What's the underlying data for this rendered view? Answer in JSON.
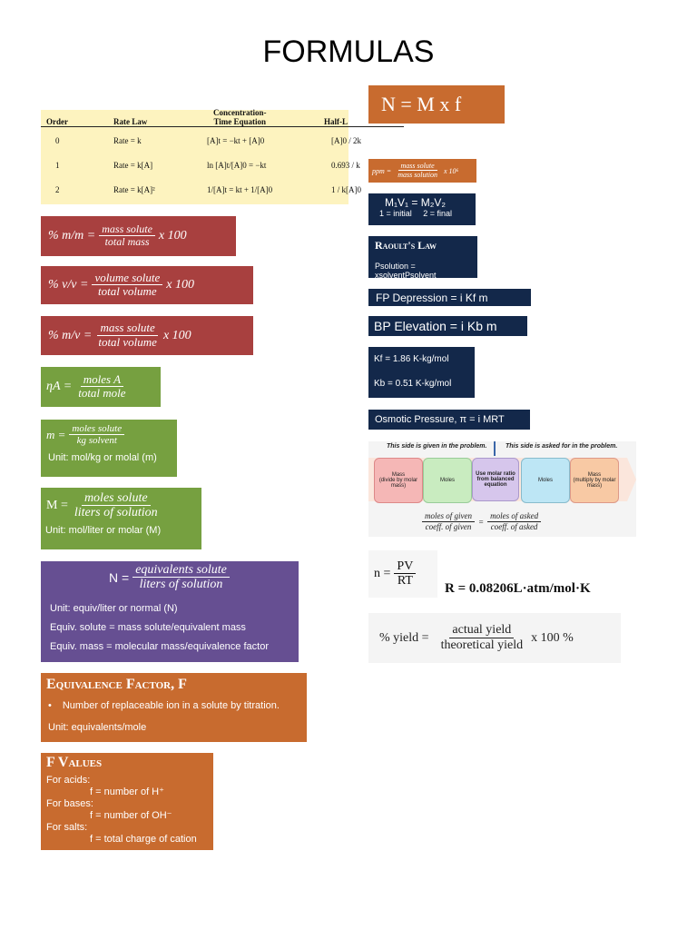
{
  "page_title": "FORMULAS",
  "rate_table": {
    "headers": [
      "Order",
      "Rate Law",
      "Concentration-\nTime Equation",
      "Half-L"
    ],
    "rows": [
      {
        "order": "0",
        "rate_law": "Rate = k",
        "eq": "[A]t = −kt + [A]0",
        "half": "[A]0 / 2k"
      },
      {
        "order": "1",
        "rate_law": "Rate = k[A]",
        "eq": "ln [A]t/[A]0 = −kt",
        "half": "0.693 / k"
      },
      {
        "order": "2",
        "rate_law": "Rate = k[A]²",
        "eq": "1/[A]t = kt + 1/[A]0",
        "half": "1 / k[A]0"
      }
    ]
  },
  "mass_percent": {
    "lhs": "% m/m =",
    "num": "mass solute",
    "den": "total mass",
    "factor": "x 100"
  },
  "volume_percent": {
    "lhs": "% v/v =",
    "num": "volume solute",
    "den": "total volume",
    "factor": "x 100"
  },
  "mass_volume_percent": {
    "lhs": "% m/v =",
    "num": "mass solute",
    "den": "total volume",
    "factor": "x 100"
  },
  "mole_fraction": {
    "lhs": "ηA =",
    "num": "moles A",
    "den": "total mole"
  },
  "molality": {
    "lhs": "m =",
    "num": "moles solute",
    "den": "kg solvent",
    "unit": "Unit:  mol/kg or molal (m)"
  },
  "molarity": {
    "lhs": "M =",
    "num": "moles solute",
    "den": "liters of solution",
    "unit": "Unit:  mol/liter or molar (M)"
  },
  "normality": {
    "lhs": "N =",
    "num": "equivalents solute",
    "den": "liters of solution",
    "lines": [
      "Unit:  equiv/liter or normal (N)",
      "Equiv. solute = mass solute/equivalent mass",
      "Equiv. mass = molecular mass/equivalence factor"
    ]
  },
  "equivalence_factor": {
    "title": "Equivalence Factor, F",
    "bullet": "Number of replaceable ion in a solute by titration.",
    "unit": "Unit: equivalents/mole"
  },
  "f_values": {
    "title": "F Values",
    "lines": [
      "For acids:",
      "f = number of H⁺",
      "For bases:",
      "f = number of OH⁻",
      "For salts:",
      "f = total charge of cation"
    ]
  },
  "normality_relation": "N = M x f",
  "ppm": {
    "lhs": "ppm =",
    "num": "mass solute",
    "den": "mass solution",
    "factor": "x 10⁶"
  },
  "dilution": {
    "eq": "M₁V₁ = M₂V₂",
    "note": "1 = initial     2 = final"
  },
  "raoult": {
    "title": "Raoult's Law",
    "eq": "Psolution = xsolventPsolvent"
  },
  "fp_depression": "FP Depression = i Kf m",
  "bp_elevation": "BP Elevation = i Kb m",
  "constants": [
    "Kf = 1.86 K-kg/mol",
    "Kb = 0.51 K-kg/mol"
  ],
  "osmotic": "Osmotic Pressure, π = i MRT",
  "stoich": {
    "given_note": "This side is given in the problem.",
    "asked_note": "This side is asked for in the problem.",
    "steps": [
      {
        "label": "Mass",
        "sub": "(divide by molar mass)",
        "color": "#f5b7b6"
      },
      {
        "label": "Moles",
        "sub": "",
        "color": "#c9ecc0"
      },
      {
        "label": "Use molar ratio from balanced equation",
        "sub": "",
        "color": "#d6c6ec"
      },
      {
        "label": "Moles",
        "sub": "",
        "color": "#bde6f5"
      },
      {
        "label": "Mass",
        "sub": "(multiply by molar mass)",
        "color": "#f8c9a4"
      }
    ],
    "ratio_left_num": "moles of given",
    "ratio_left_den": "coeff. of given",
    "ratio_right_num": "moles of asked",
    "ratio_right_den": "coeff. of asked"
  },
  "ideal_gas": {
    "lhs": "n =",
    "num": "PV",
    "den": "RT"
  },
  "gas_constant": "R = 0.08206L·atm/mol·K",
  "percent_yield": {
    "lhs": "% yield =",
    "num": "actual yield",
    "den": "theoretical yield",
    "factor": "x 100 %"
  }
}
